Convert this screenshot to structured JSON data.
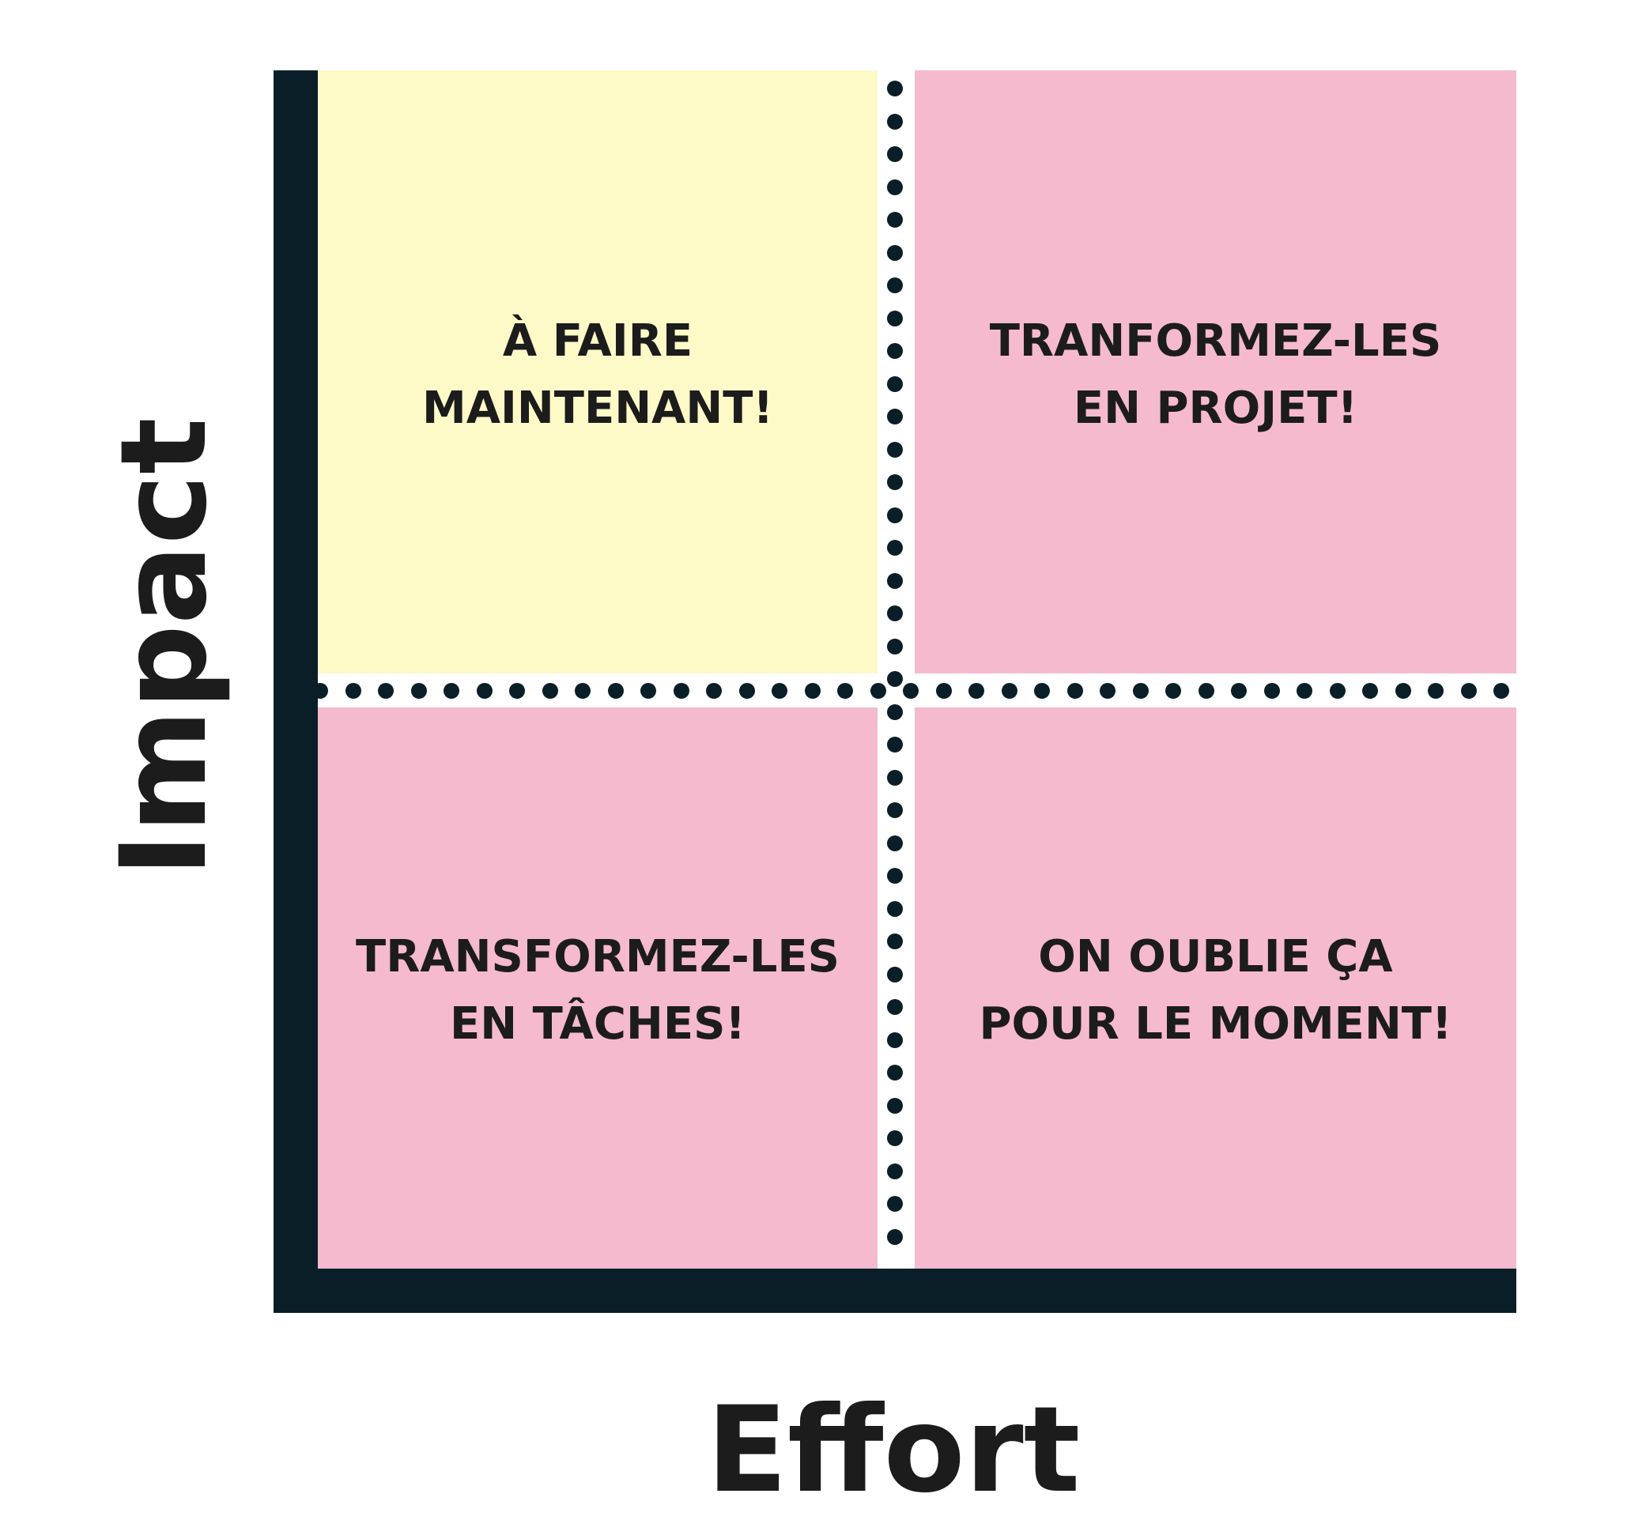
{
  "diagram": {
    "type": "impact-effort-matrix",
    "axes": {
      "y_label": "Impact",
      "x_label": "Effort"
    },
    "quadrants": [
      {
        "id": "top-left",
        "line1": "À FAIRE",
        "line2": "MAINTENANT!",
        "color": "#fefac8"
      },
      {
        "id": "top-right",
        "line1": "TRANFORMEZ-LES",
        "line2": "EN PROJET!",
        "color": "#f5bace"
      },
      {
        "id": "bottom-left",
        "line1": "TRANSFORMEZ-LES",
        "line2": "EN TÂCHES!",
        "color": "#f5bace"
      },
      {
        "id": "bottom-right",
        "line1": "ON OUBLIE ÇA",
        "line2": "POUR LE MOMENT!",
        "color": "#f5bace"
      }
    ],
    "colors": {
      "axis": "#0a1e28",
      "divider_dots": "#0a1e28",
      "text": "#1c1c1c",
      "background": "#ffffff"
    }
  }
}
